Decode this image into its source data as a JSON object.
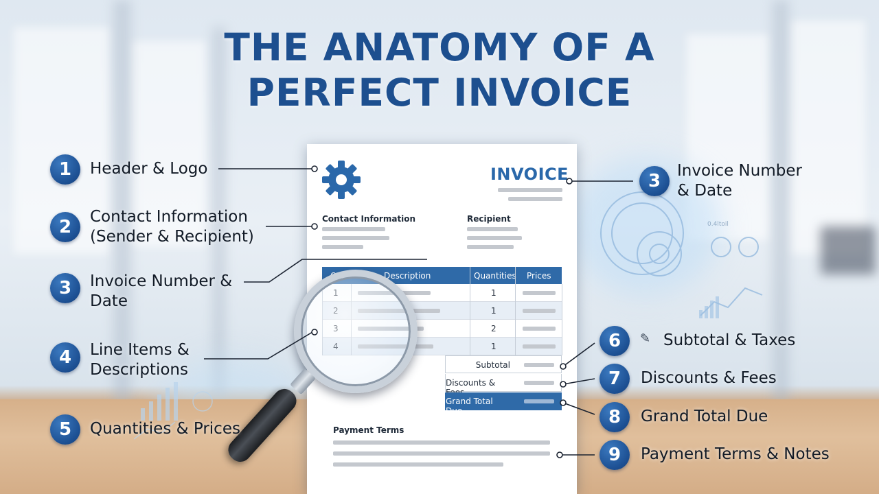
{
  "title": {
    "line1": "THE ANATOMY OF A",
    "line2": "PERFECT INVOICE"
  },
  "invoice": {
    "heading": "INVOICE",
    "contact_label": "Contact Information",
    "recipient_label": "Recipient",
    "table": {
      "headers": [
        "Qty",
        "Description",
        "Quantities",
        "Prices"
      ],
      "rows": [
        {
          "qty": "1",
          "quantity": "1"
        },
        {
          "qty": "2",
          "quantity": "1"
        },
        {
          "qty": "3",
          "quantity": "2"
        },
        {
          "qty": "4",
          "quantity": "1"
        }
      ]
    },
    "summary": {
      "subtotal": "Subtotal",
      "discounts": "Discounts & Fees",
      "grand_total": "Grand Total Due"
    },
    "payment_terms_label": "Payment Terms",
    "holo_label": "0.4ltoil"
  },
  "callouts": [
    {
      "number": "1",
      "line1": "Header & Logo",
      "line2": ""
    },
    {
      "number": "2",
      "line1": "Contact Information",
      "line2": "(Sender & Recipient)"
    },
    {
      "number": "3",
      "line1": "Invoice Number &",
      "line2": "Date"
    },
    {
      "number": "4",
      "line1": "Line Items &",
      "line2": "Descriptions"
    },
    {
      "number": "5",
      "line1": "Quantities & Prices",
      "line2": ""
    },
    {
      "number": "3",
      "line1": "Invoice Number",
      "line2": "& Date"
    },
    {
      "number": "6",
      "line1": "Subtotal & Taxes",
      "line2": "",
      "icon": "calculator-icon"
    },
    {
      "number": "7",
      "line1": "Discounts & Fees",
      "line2": ""
    },
    {
      "number": "8",
      "line1": "Grand Total Due",
      "line2": ""
    },
    {
      "number": "9",
      "line1": "Payment Terms & Notes",
      "line2": ""
    }
  ],
  "colors": {
    "brand_blue": "#1d4f8f",
    "table_blue": "#2f6aa8",
    "badge_blue": "#1c4f92"
  }
}
